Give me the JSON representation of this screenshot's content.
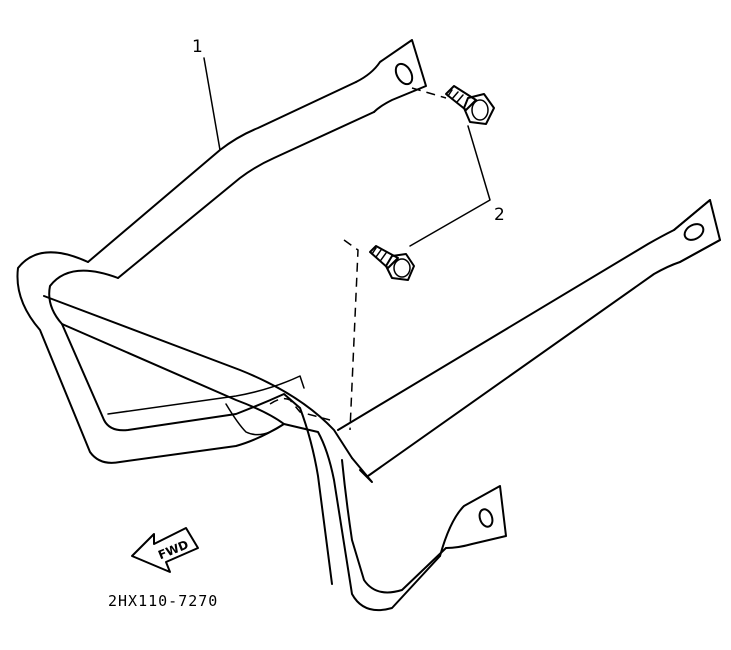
{
  "callouts": {
    "part_1": "1",
    "part_2": "2"
  },
  "forward_arrow": {
    "label": "FWD",
    "icon": "left-arrow-icon"
  },
  "part_code": "2HX110-7270"
}
